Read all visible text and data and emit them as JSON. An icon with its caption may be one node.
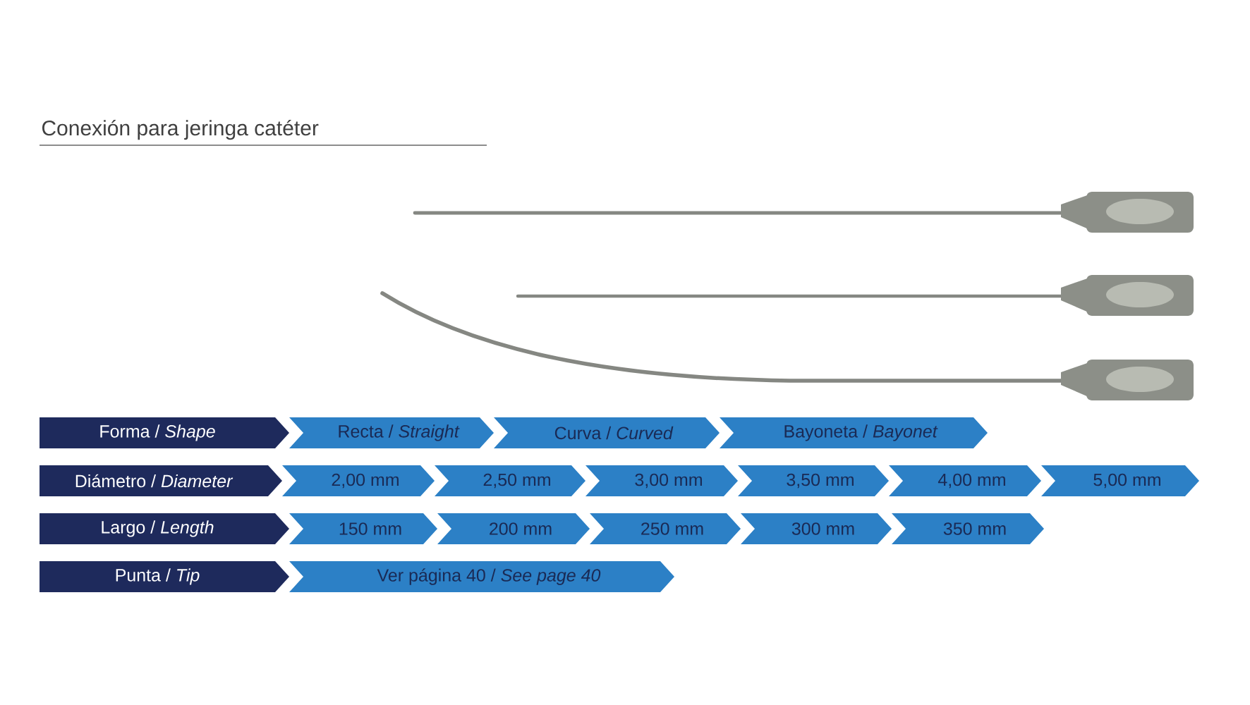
{
  "diagram": {
    "title": "Conexión para jeringa catéter",
    "nodes": [
      {
        "text": [
          "Forma / *Shape*"
        ]
      },
      {
        "text": [
          "Recta / *Straight*"
        ]
      },
      {
        "text": [
          "Curva / *Curved*"
        ]
      },
      {
        "text": [
          "Bayoneta / *Bayonet*"
        ]
      },
      {
        "text": [
          "Diámetro / *Diameter*"
        ]
      },
      {
        "text": [
          "2,00 mm"
        ]
      },
      {
        "text": [
          "2,50 mm"
        ]
      },
      {
        "text": [
          "3,00 mm"
        ]
      },
      {
        "text": [
          "3,50 mm"
        ]
      },
      {
        "text": [
          "4,00 mm"
        ]
      },
      {
        "text": [
          "5,00 mm"
        ]
      },
      {
        "text": [
          "Largo / *Length*"
        ]
      },
      {
        "text": [
          "150 mm"
        ]
      },
      {
        "text": [
          "200 mm"
        ]
      },
      {
        "text": [
          "250 mm"
        ]
      },
      {
        "text": [
          "300 mm"
        ]
      },
      {
        "text": [
          "350 mm"
        ]
      },
      {
        "text": [
          "Punta / *Tip*"
        ]
      },
      {
        "text": [
          "Ver página 40 / *See page 40*"
        ]
      }
    ],
    "edges": []
  }
}
